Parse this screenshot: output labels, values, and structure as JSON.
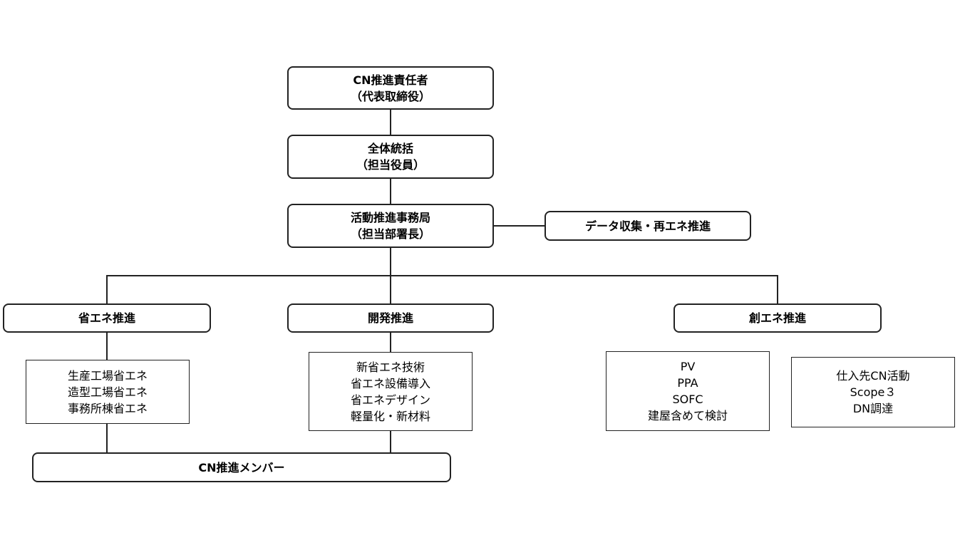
{
  "boxes": {
    "ceo": {
      "lines": [
        "CN推進責任者",
        "（代表取締役）"
      ]
    },
    "general": {
      "lines": [
        "全体統括",
        "（担当役員）"
      ]
    },
    "office": {
      "lines": [
        "活動推進事務局",
        "（担当部署長）"
      ]
    },
    "data_collection": {
      "lines": [
        "データ収集・再エネ推進"
      ]
    },
    "energy_saving": {
      "lines": [
        "省エネ推進"
      ]
    },
    "development": {
      "lines": [
        "開発推進"
      ]
    },
    "energy_creation": {
      "lines": [
        "創エネ推進"
      ]
    },
    "energy_saving_items": {
      "lines": [
        "生産工場省エネ",
        "造型工場省エネ",
        "事務所棟省エネ"
      ]
    },
    "development_items": {
      "lines": [
        "新省エネ技術",
        "省エネ設備導入",
        "省エネデザイン",
        "軽量化・新材料"
      ]
    },
    "energy_creation_items": {
      "lines": [
        "PV",
        "PPA",
        "SOFC",
        "建屋含めて検討"
      ]
    },
    "supplier_items": {
      "lines": [
        "仕入先CN活動",
        "Scope３",
        "DN調達"
      ]
    },
    "members": {
      "lines": [
        "CN推進メンバー"
      ]
    }
  }
}
